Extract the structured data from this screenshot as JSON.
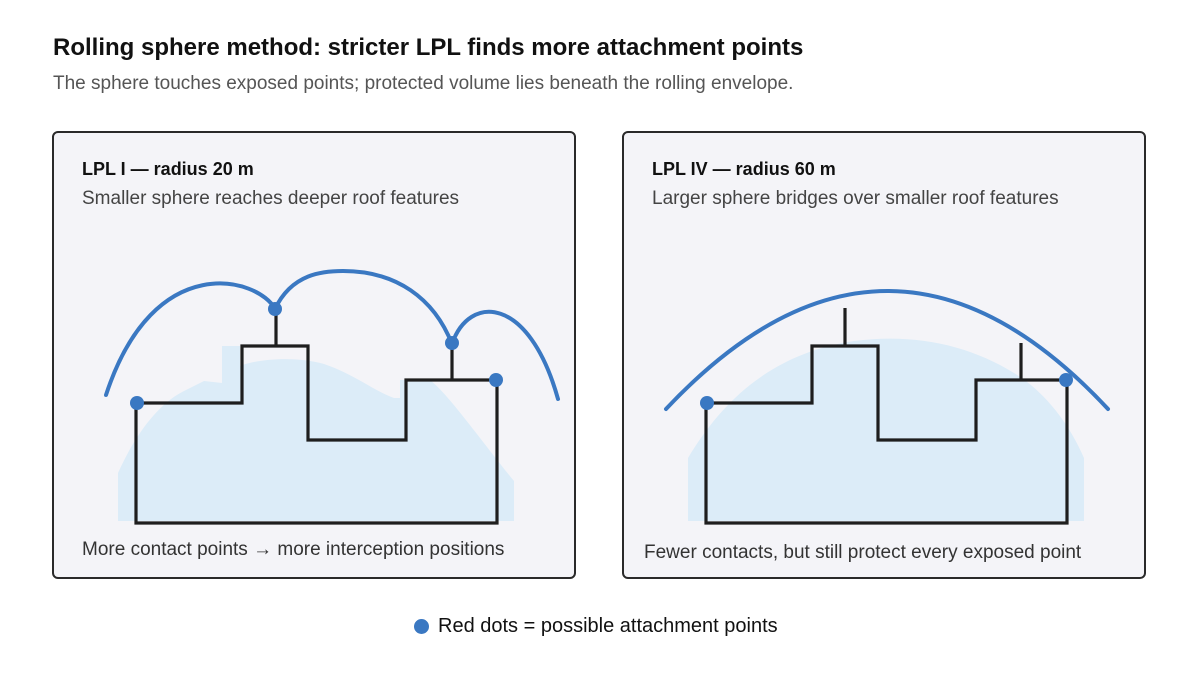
{
  "title": "Rolling sphere method: stricter LPL finds more attachment points",
  "subtitle": "The sphere touches exposed points; protected volume lies beneath the rolling envelope.",
  "colors": {
    "sphere": "#3a78c2",
    "protected_zone": "#dcecf8",
    "building_outline": "#1e1e1e",
    "panel_background": "#f4f4f8"
  },
  "panels": [
    {
      "heading": "LPL I — radius 20 m",
      "description": "Smaller sphere reaches deeper roof features",
      "footnote": "More contact points → more interception positions"
    },
    {
      "heading": "LPL IV — radius 60 m",
      "description": "Larger sphere bridges over smaller roof features",
      "footnote": "Fewer contacts, but still protect every exposed point"
    }
  ],
  "legend": {
    "label": "Red dots = possible attachment points"
  }
}
